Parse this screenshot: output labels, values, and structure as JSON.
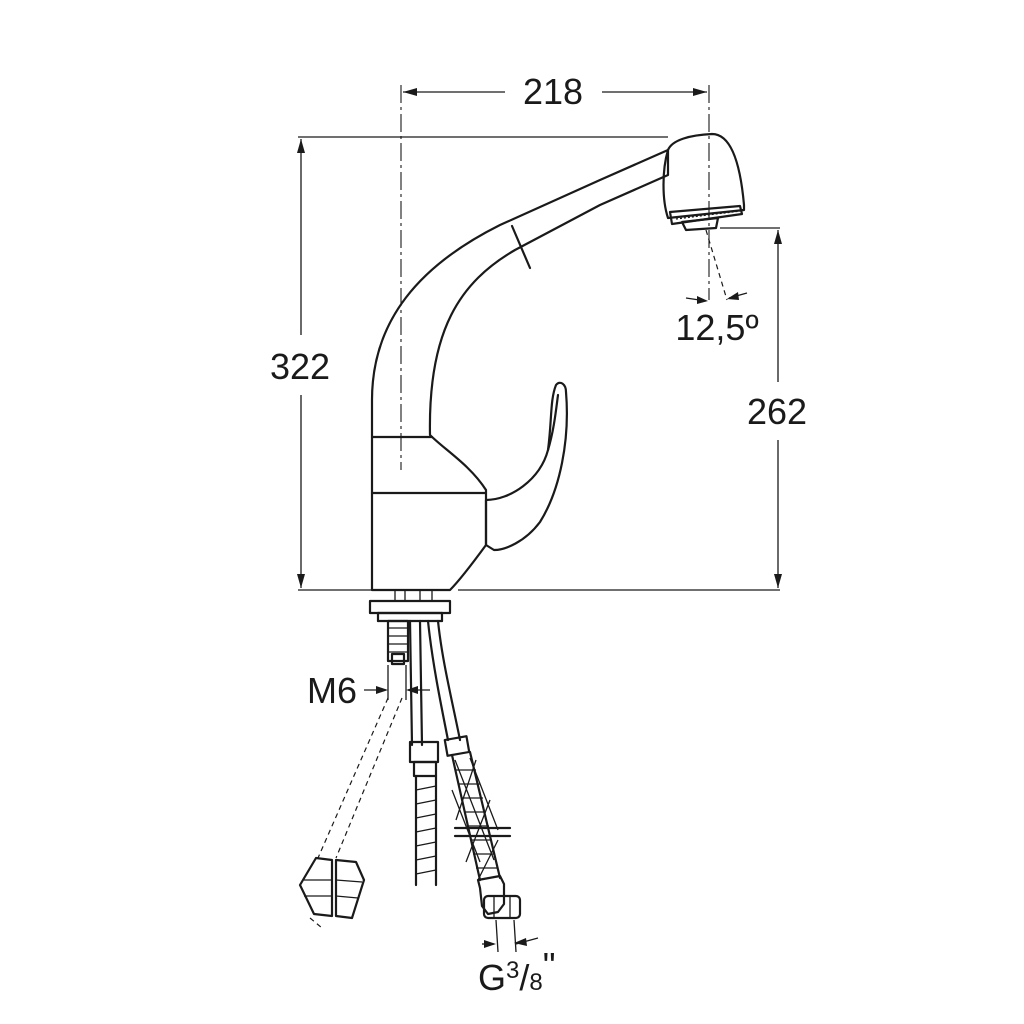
{
  "dimensions": {
    "overall_width": "218",
    "overall_height": "322",
    "spout_height": "262",
    "spray_angle": "12,5º",
    "stud_thread": "M6",
    "hose_thread_prefix": "G",
    "hose_thread_numerator": "3",
    "hose_thread_slash": "/",
    "hose_thread_denominator": "8",
    "hose_thread_suffix": "\""
  }
}
